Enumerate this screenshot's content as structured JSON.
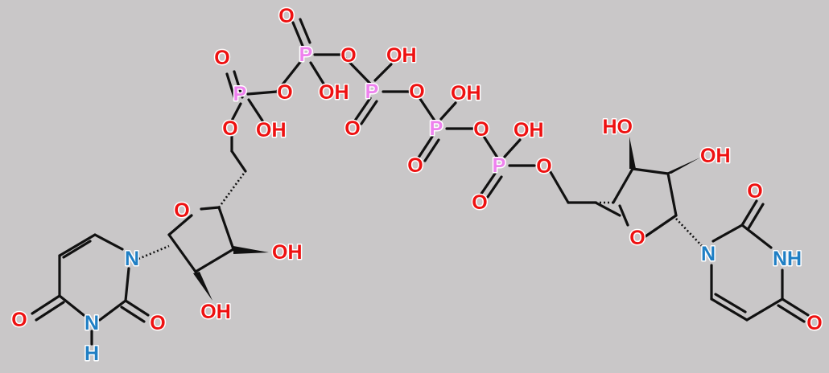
{
  "colors": {
    "background": "#c9c7c8",
    "oxygen": "#ee1111",
    "nitrogen": "#1f7fc4",
    "phosphorus": "#ee82ee",
    "bond": "#111111"
  },
  "atoms": {
    "phosphates": {
      "p1": {
        "p": "P",
        "o_double": "O",
        "o_bridge": "O",
        "oh": "OH",
        "o_ester": "O"
      },
      "p2": {
        "p": "P",
        "o_double": "O",
        "o_bridge": "O",
        "oh": "OH"
      },
      "p3": {
        "p": "P",
        "o_double": "O",
        "o_bridge": "O",
        "oh": "OH"
      },
      "p4": {
        "p": "P",
        "o_double": "O",
        "o_bridge": "O",
        "oh": "OH"
      },
      "p5": {
        "p": "P",
        "o_double": "O",
        "oh": "OH",
        "o_ester": "O"
      }
    },
    "left_ribose": {
      "ring_o": "O",
      "oh_3": "OH",
      "oh_2": "OH"
    },
    "left_uracil": {
      "n1": "N",
      "n3": "N",
      "h3": "H",
      "o2": "O",
      "o4": "O"
    },
    "right_ribose": {
      "ring_o": "O",
      "oh_3": "HO",
      "oh_2": "OH"
    },
    "right_uracil": {
      "n1": "N",
      "n3h": "NH",
      "o2": "O",
      "o4": "O"
    }
  }
}
